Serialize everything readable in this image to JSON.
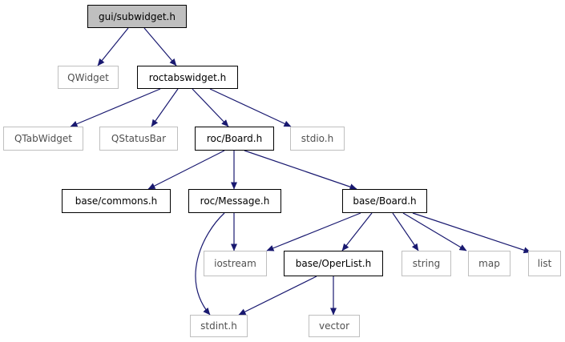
{
  "colors": {
    "edge": "#191970",
    "root_fill": "#bfbfbf",
    "doc_border": "#000000",
    "ext_border": "#bfbfbf",
    "ext_text": "#505050"
  },
  "nodes": {
    "gui_subwidget_h": "gui/subwidget.h",
    "qwidget": "QWidget",
    "roctabswidget_h": "roctabswidget.h",
    "qtabwidget": "QTabWidget",
    "qstatusbar": "QStatusBar",
    "roc_board_h": "roc/Board.h",
    "stdio_h": "stdio.h",
    "base_commons_h": "base/commons.h",
    "roc_message_h": "roc/Message.h",
    "base_board_h": "base/Board.h",
    "iostream": "iostream",
    "base_operlist_h": "base/OperList.h",
    "string": "string",
    "map": "map",
    "list": "list",
    "stdint_h": "stdint.h",
    "vector": "vector"
  }
}
